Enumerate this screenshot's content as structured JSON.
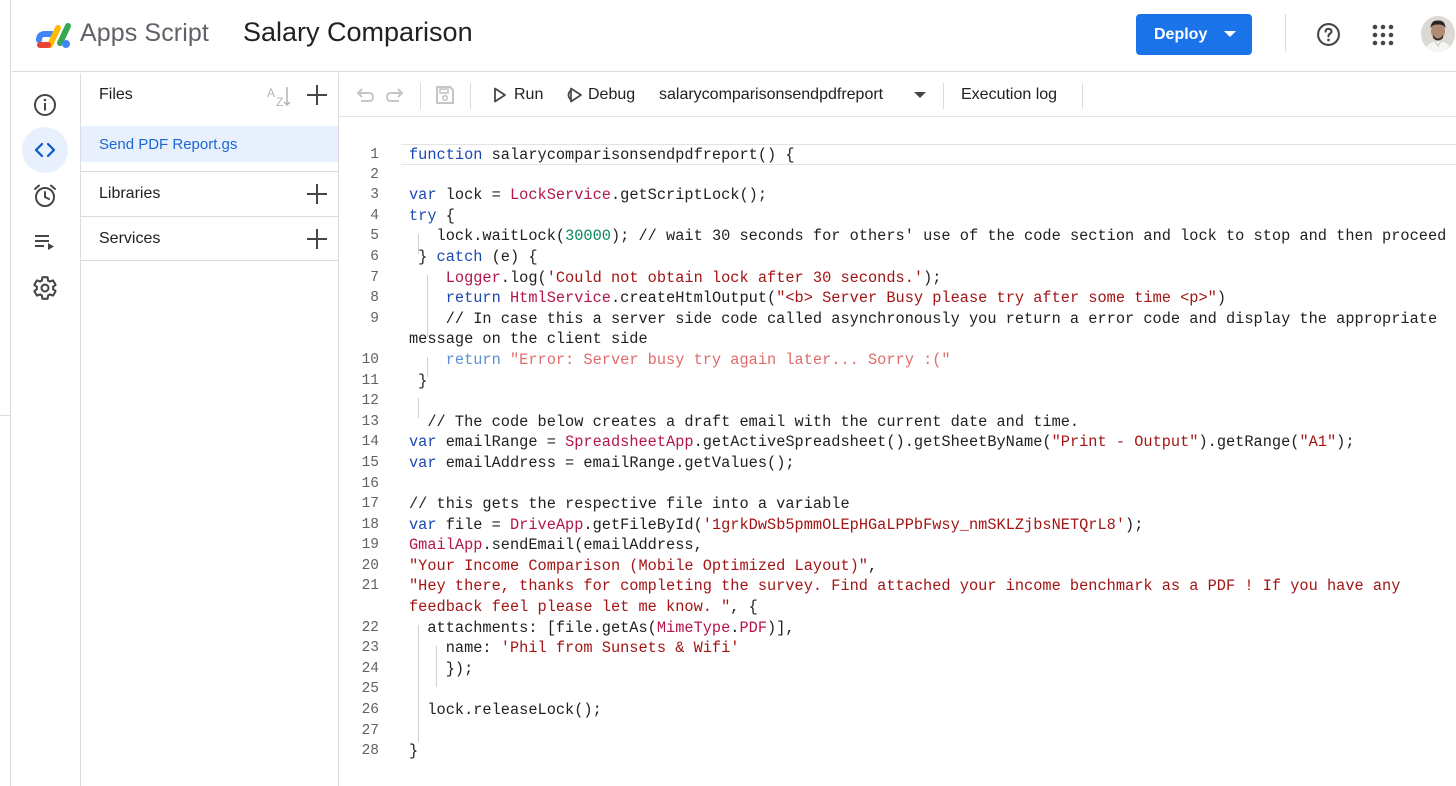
{
  "header": {
    "brand": "Apps Script",
    "project_title": "Salary Comparison",
    "deploy_label": "Deploy",
    "icons": [
      "apps-script-logo-icon",
      "help-icon",
      "apps-grid-icon",
      "avatar"
    ]
  },
  "rail": {
    "items": [
      {
        "name": "overview",
        "icon": "info-icon"
      },
      {
        "name": "editor",
        "icon": "code-icon",
        "active": true
      },
      {
        "name": "triggers",
        "icon": "alarm-clock-icon"
      },
      {
        "name": "executions",
        "icon": "executions-list-icon"
      },
      {
        "name": "settings",
        "icon": "gear-icon"
      }
    ]
  },
  "files_panel": {
    "title": "Files",
    "files": [
      {
        "label": "Send PDF Report.gs",
        "selected": true
      }
    ],
    "sections": [
      {
        "label": "Libraries"
      },
      {
        "label": "Services"
      }
    ]
  },
  "toolbar": {
    "run_label": "Run",
    "debug_label": "Debug",
    "function_name": "salarycomparisonsendpdfreport",
    "execution_log_label": "Execution log"
  },
  "editor": {
    "line_numbers": [
      "1",
      "2",
      "3",
      "4",
      "5",
      "6",
      "7",
      "8",
      "9",
      "",
      "10",
      "11",
      "12",
      "13",
      "14",
      "15",
      "16",
      "17",
      "18",
      "19",
      "20",
      "21",
      "",
      "22",
      "23",
      "24",
      "25",
      "26",
      "27",
      "28"
    ]
  },
  "colors": {
    "accent": "#1a73e8",
    "selected_bg": "#e8f0fe",
    "selected_text": "#1967d2",
    "keyword": "#1a48b2",
    "class_name": "#b3164a",
    "string": "#a31515",
    "number": "#098658"
  }
}
